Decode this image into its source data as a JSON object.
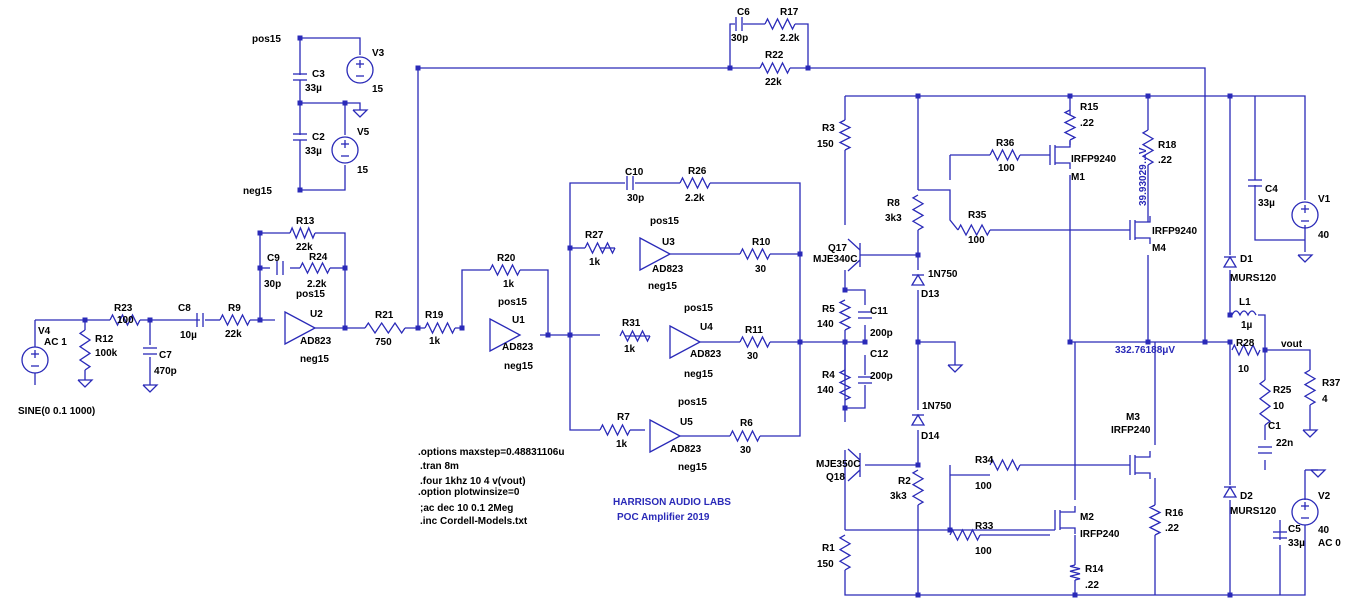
{
  "title": "HARRISON AUDIO LABS",
  "subtitle": "POC Amplifier 2019",
  "directives": [
    ".options maxstep=0.48831106u",
    ".tran 8m",
    ".four 1khz 10 4 v(vout)",
    ".option plotwinsize=0",
    ";ac dec 10 0.1 2Meg",
    ".inc Cordell-Models.txt"
  ],
  "sources": {
    "V4": {
      "name": "V4",
      "value": "AC 1",
      "tran": "SINE(0 0.1 1000)"
    },
    "V3": {
      "name": "V3",
      "value": "15"
    },
    "V5": {
      "name": "V5",
      "value": "15"
    },
    "V1": {
      "name": "V1",
      "value": "40"
    },
    "V2": {
      "name": "V2",
      "value": "40",
      "ac": "AC 0"
    }
  },
  "nets": {
    "pos15": "pos15",
    "neg15": "neg15",
    "vout": "vout"
  },
  "probes": {
    "vgate": "39.93029…V",
    "vout_dc": "332.76188μV"
  },
  "resistors": {
    "R23": [
      "R23",
      "100"
    ],
    "R12": [
      "R12",
      "100k"
    ],
    "R9": [
      "R9",
      "22k"
    ],
    "R13": [
      "R13",
      "22k"
    ],
    "R24": [
      "R24",
      "2.2k"
    ],
    "R21": [
      "R21",
      "750"
    ],
    "R19": [
      "R19",
      "1k"
    ],
    "R20": [
      "R20",
      "1k"
    ],
    "R27": [
      "R27",
      "1k"
    ],
    "R31": [
      "R31",
      "1k"
    ],
    "R7": [
      "R7",
      "1k"
    ],
    "R10": [
      "R10",
      "30"
    ],
    "R11": [
      "R11",
      "30"
    ],
    "R6": [
      "R6",
      "30"
    ],
    "R26": [
      "R26",
      "2.2k"
    ],
    "R17": [
      "R17",
      "2.2k"
    ],
    "R22": [
      "R22",
      "22k"
    ],
    "R3": [
      "R3",
      "150"
    ],
    "R8": [
      "R8",
      "3k3"
    ],
    "R5": [
      "R5",
      "140"
    ],
    "R4": [
      "R4",
      "140"
    ],
    "R2": [
      "R2",
      "3k3"
    ],
    "R1": [
      "R1",
      "150"
    ],
    "R36": [
      "R36",
      "100"
    ],
    "R35": [
      "R35",
      "100"
    ],
    "R34": [
      "R34",
      "100"
    ],
    "R33": [
      "R33",
      "100"
    ],
    "R15": [
      "R15",
      ".22"
    ],
    "R18": [
      "R18",
      ".22"
    ],
    "R16": [
      "R16",
      ".22"
    ],
    "R14": [
      "R14",
      ".22"
    ],
    "R28": [
      "R28",
      "10"
    ],
    "R25": [
      "R25",
      "10"
    ],
    "R37": [
      "R37",
      "4"
    ]
  },
  "capacitors": {
    "C8": [
      "C8",
      "10µ"
    ],
    "C7": [
      "C7",
      "470p"
    ],
    "C9": [
      "C9",
      "30p"
    ],
    "C10": [
      "C10",
      "30p"
    ],
    "C6": [
      "C6",
      "30p"
    ],
    "C3": [
      "C3",
      "33µ"
    ],
    "C2": [
      "C2",
      "33µ"
    ],
    "C11": [
      "C11",
      "200p"
    ],
    "C12": [
      "C12",
      "200p"
    ],
    "C4": [
      "C4",
      "33µ"
    ],
    "C5": [
      "C5",
      "33µ"
    ],
    "C1": [
      "C1",
      "22n"
    ]
  },
  "opamps": {
    "U1": [
      "U1",
      "AD823"
    ],
    "U2": [
      "U2",
      "AD823"
    ],
    "U3": [
      "U3",
      "AD823"
    ],
    "U4": [
      "U4",
      "AD823"
    ],
    "U5": [
      "U5",
      "AD823"
    ]
  },
  "transistors": {
    "Q17": [
      "Q17",
      "MJE340C"
    ],
    "Q18": [
      "Q18",
      "MJE350C"
    ],
    "M1": [
      "M1",
      "IRFP9240"
    ],
    "M4": [
      "M4",
      "IRFP9240"
    ],
    "M3": [
      "M3",
      "IRFP240"
    ],
    "M2": [
      "M2",
      "IRFP240"
    ]
  },
  "diodes": {
    "D13": [
      "D13",
      "1N750"
    ],
    "D14": [
      "D14",
      "1N750"
    ],
    "D1": [
      "D1",
      "MURS120"
    ],
    "D2": [
      "D2",
      "MURS120"
    ]
  },
  "inductors": {
    "L1": [
      "L1",
      "1µ"
    ]
  }
}
